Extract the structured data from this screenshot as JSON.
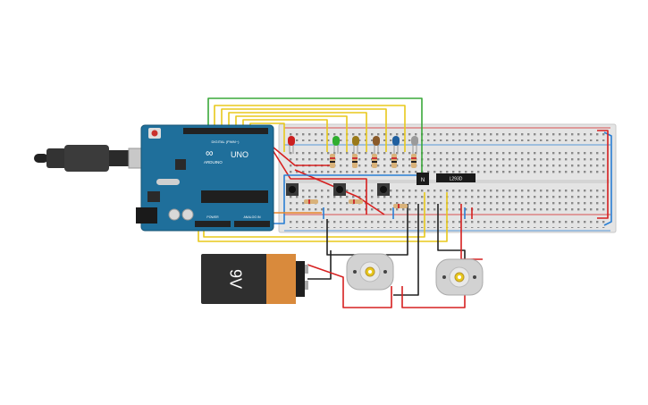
{
  "arduino": {
    "logo_text": "ARDUINO",
    "model": "UNO",
    "digital_header_label": "DIGITAL (PWM~)",
    "power_label": "POWER",
    "analog_label": "ANALOG IN",
    "board_color": "#1f6f9b"
  },
  "battery": {
    "label": "9V",
    "body_color": "#2f2f2f",
    "cap_color": "#d98a3c"
  },
  "driver_chip": {
    "label": "L293D"
  },
  "transistor": {
    "label": "N"
  },
  "leds": [
    {
      "name": "led-red",
      "color": "#cc1f1f"
    },
    {
      "name": "led-green",
      "color": "#2fae2f"
    },
    {
      "name": "led-olive",
      "color": "#9a7a1a"
    },
    {
      "name": "led-brown",
      "color": "#8a5a2a"
    },
    {
      "name": "led-blue",
      "color": "#1f5f9f"
    },
    {
      "name": "led-gray",
      "color": "#9a9a9a"
    }
  ],
  "wire_colors": {
    "yellow": "#e8c81c",
    "green": "#3aa83a",
    "red": "#d62020",
    "blue": "#2a7fd4",
    "black": "#222222",
    "orange": "#e8862a"
  }
}
